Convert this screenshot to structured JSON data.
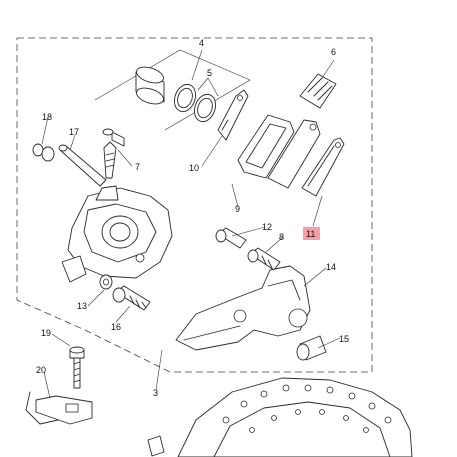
{
  "callouts": [
    {
      "id": "c3",
      "label": "3"
    },
    {
      "id": "c4",
      "label": "4"
    },
    {
      "id": "c5",
      "label": "5"
    },
    {
      "id": "c6",
      "label": "6"
    },
    {
      "id": "c7",
      "label": "7"
    },
    {
      "id": "c8",
      "label": "8"
    },
    {
      "id": "c9",
      "label": "9"
    },
    {
      "id": "c10",
      "label": "10"
    },
    {
      "id": "c11",
      "label": "11"
    },
    {
      "id": "c12",
      "label": "12"
    },
    {
      "id": "c13",
      "label": "13"
    },
    {
      "id": "c14",
      "label": "14"
    },
    {
      "id": "c15",
      "label": "15"
    },
    {
      "id": "c16",
      "label": "16"
    },
    {
      "id": "c17",
      "label": "17"
    },
    {
      "id": "c18",
      "label": "18"
    },
    {
      "id": "c19",
      "label": "19"
    },
    {
      "id": "c20",
      "label": "20"
    }
  ],
  "highlighted_callout": "11",
  "colors": {
    "highlight": "#f2a0a8",
    "line": "#2a2a2a",
    "background": "#ffffff"
  }
}
